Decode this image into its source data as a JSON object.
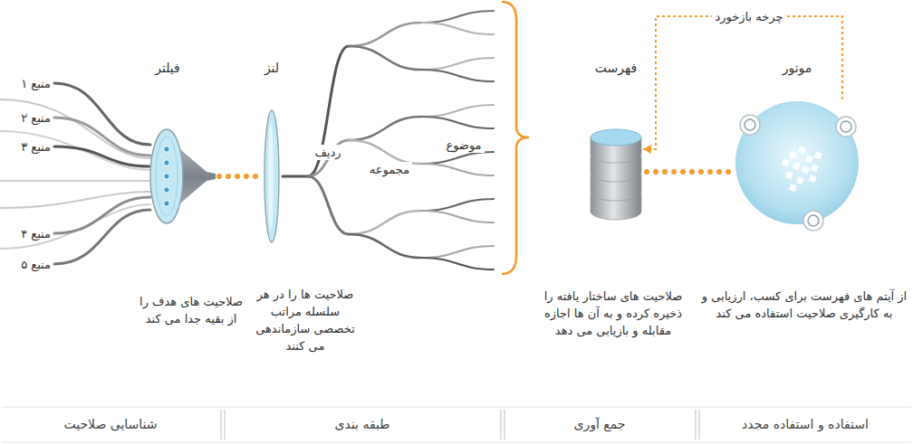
{
  "diagram": {
    "nodes": [
      {
        "text": [
          "فیلتر",
          "صلاحیت های هدف را از بقیه جدا می کند"
        ]
      },
      {
        "text": [
          "لنز",
          "صلاحیت ها را در هر سلسله مراتب تخصصی سازماندهی می کنند"
        ]
      },
      {
        "text": [
          "فهرست",
          "صلاحیت های ساختار یافته را ذخیره کرده و به آن ها اجازه مقابله و بازیابی می دهد"
        ]
      },
      {
        "text": [
          "موتور",
          "از آیتم های فهرست برای کسب، ارزیابی و به کارگیری صلاحیت استفاده می کند"
        ]
      }
    ],
    "edges": [
      {
        "from": 0,
        "to": 1,
        "arrow": "none"
      },
      {
        "from": 2,
        "to": 3,
        "arrow": "none"
      },
      {
        "from": 3,
        "to": 2,
        "label": "چرخه بازخورد",
        "arrow": "to"
      }
    ],
    "labels": [
      "منبع ۱",
      "منبع ۲",
      "منبع ۳",
      "منبع ۴",
      "منبع ۵",
      "ردیف",
      "مجموعه",
      "موضوع",
      "شناسایی صلاحیت",
      "طبقه بندی",
      "جمع آوری",
      "استفاده و استفاده مجدد"
    ]
  }
}
